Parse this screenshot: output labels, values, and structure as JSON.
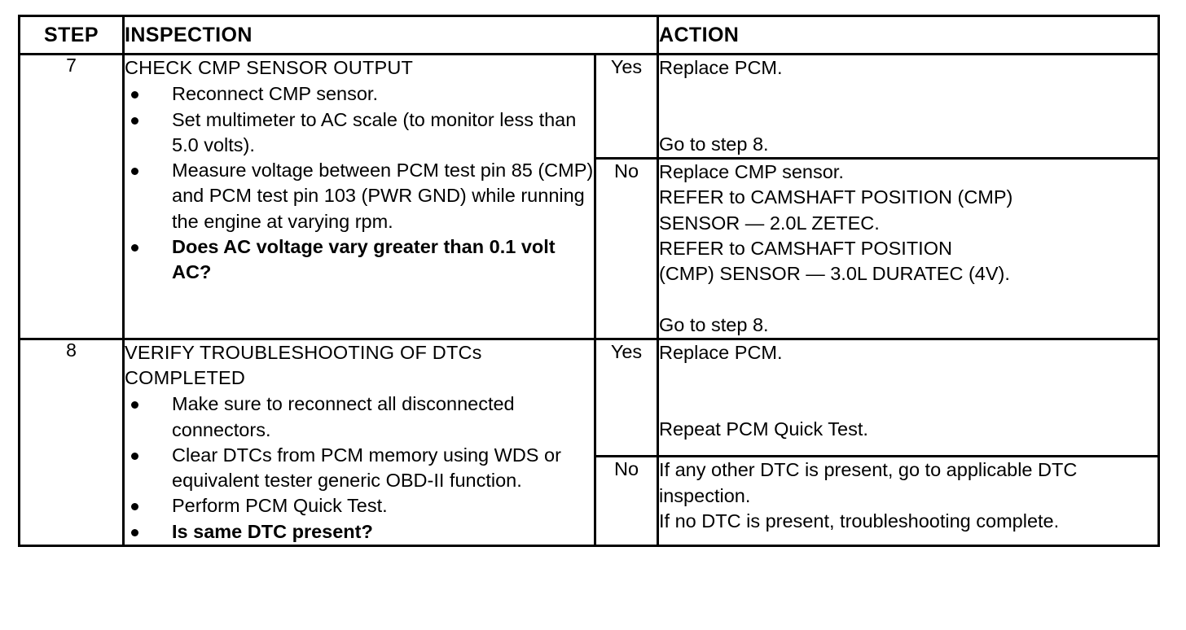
{
  "table": {
    "headers": {
      "step": "STEP",
      "inspection": "INSPECTION",
      "yesno": "",
      "action": "ACTION"
    },
    "rows": [
      {
        "step": "7",
        "inspection": {
          "title": "CHECK CMP SENSOR OUTPUT",
          "bullets": [
            {
              "text": "Reconnect CMP sensor.",
              "bold": false
            },
            {
              "text": "Set multimeter to AC scale (to monitor less than 5.0 volts).",
              "bold": false
            },
            {
              "text": "Measure voltage between PCM test pin 85 (CMP) and PCM test pin 103 (PWR GND) while running the engine at varying rpm.",
              "bold": false
            },
            {
              "text": "Does AC voltage vary greater than 0.1 volt AC?",
              "bold": true
            }
          ]
        },
        "branches": [
          {
            "label": "Yes",
            "lines": [
              "Replace PCM.",
              "",
              "",
              "Go to step 8."
            ]
          },
          {
            "label": "No",
            "lines": [
              "Replace CMP sensor.",
              "REFER to CAMSHAFT POSITION (CMP)",
              "SENSOR — 2.0L ZETEC.",
              "REFER to CAMSHAFT POSITION",
              "(CMP) SENSOR — 3.0L DURATEC (4V).",
              "",
              "Go to step 8."
            ]
          }
        ]
      },
      {
        "step": "8",
        "inspection": {
          "title": "VERIFY TROUBLESHOOTING OF DTCs COMPLETED",
          "bullets": [
            {
              "text": "Make sure to reconnect all disconnected connectors.",
              "bold": false
            },
            {
              "text": "Clear DTCs from PCM memory using WDS or equivalent tester generic OBD-II function.",
              "bold": false
            },
            {
              "text": "Perform PCM Quick Test.",
              "bold": false
            },
            {
              "text": "Is same DTC present?",
              "bold": true
            }
          ]
        },
        "branches": [
          {
            "label": "Yes",
            "lines": [
              "Replace PCM.",
              "",
              "",
              "Repeat PCM Quick Test."
            ]
          },
          {
            "label": "No",
            "lines": [
              "If any other DTC is present, go to applicable DTC inspection.",
              "If no DTC is present, troubleshooting complete."
            ]
          }
        ]
      }
    ]
  },
  "colors": {
    "border": "#000000",
    "text": "#000000",
    "background": "#ffffff"
  }
}
